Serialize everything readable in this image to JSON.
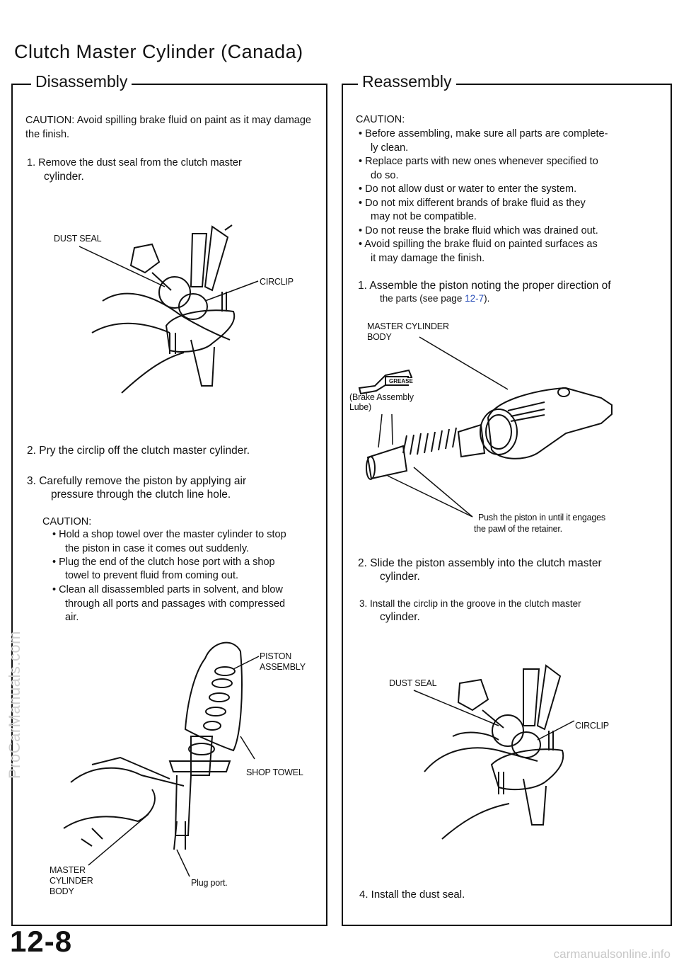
{
  "page_title": "Clutch Master Cylinder (Canada)",
  "disassembly": {
    "heading": "Disassembly",
    "caution_intro": "CAUTION: Avoid spilling brake fluid on paint as it may damage the finish.",
    "step1_a": "1. Remove the dust seal from the clutch master",
    "step1_b": "cylinder.",
    "fig1": {
      "dust_seal": "DUST SEAL",
      "circlip": "CIRCLIP"
    },
    "step2": "2. Pry the circlip off the clutch master cylinder.",
    "step3_a": "3. Carefully remove the piston by applying air",
    "step3_b": "pressure through the clutch line hole.",
    "caution_label": "CAUTION:",
    "cautions": [
      "• Hold a shop towel over the master cylinder to stop",
      "the piston in case it comes out suddenly.",
      "• Plug the end of the clutch hose port with a shop",
      "towel to prevent fluid from coming out.",
      "• Clean all disassembled parts in solvent, and blow",
      "through all ports and passages with compressed",
      "air."
    ],
    "fig2": {
      "piston_1": "PISTON",
      "piston_2": "ASSEMBLY",
      "shop_towel": "SHOP TOWEL",
      "mc_1": "MASTER",
      "mc_2": "CYLINDER",
      "mc_3": "BODY",
      "plug_port": "Plug port."
    }
  },
  "reassembly": {
    "heading": "Reassembly",
    "caution_label": "CAUTION:",
    "cautions": [
      "• Before assembling, make sure all parts are complete-",
      "ly clean.",
      "• Replace parts with new ones whenever specified to",
      "do so.",
      "• Do not allow dust or water to enter the system.",
      "• Do not mix different brands of brake fluid as they",
      "may not be compatible.",
      "• Do not reuse the brake fluid which was drained out.",
      "• Avoid spilling the brake fluid on painted surfaces as",
      "it may damage the finish."
    ],
    "step1_a": "1. Assemble the piston noting the proper direction of",
    "step1_b": "the parts (see page",
    "step1_link": "12-7",
    "step1_c": ").",
    "fig3": {
      "body_1": "MASTER CYLINDER",
      "body_2": "BODY",
      "grease": "GREASE",
      "lube_1": "(Brake Assembly",
      "lube_2": "Lube)",
      "push_1": "Push the piston in until it engages",
      "push_2": "the pawl of the retainer."
    },
    "step2_a": "2. Slide the piston assembly into the clutch master",
    "step2_b": "cylinder.",
    "step3_a": "3. Install the circlip in the groove in the clutch master",
    "step3_b": "cylinder.",
    "fig4": {
      "dust_seal": "DUST SEAL",
      "circlip": "CIRCLIP"
    },
    "step4": "4. Install the dust seal."
  },
  "page_number": "12-8",
  "watermark_side": "ProCarManuals.com",
  "watermark_footer": "carmanualsonline.info"
}
